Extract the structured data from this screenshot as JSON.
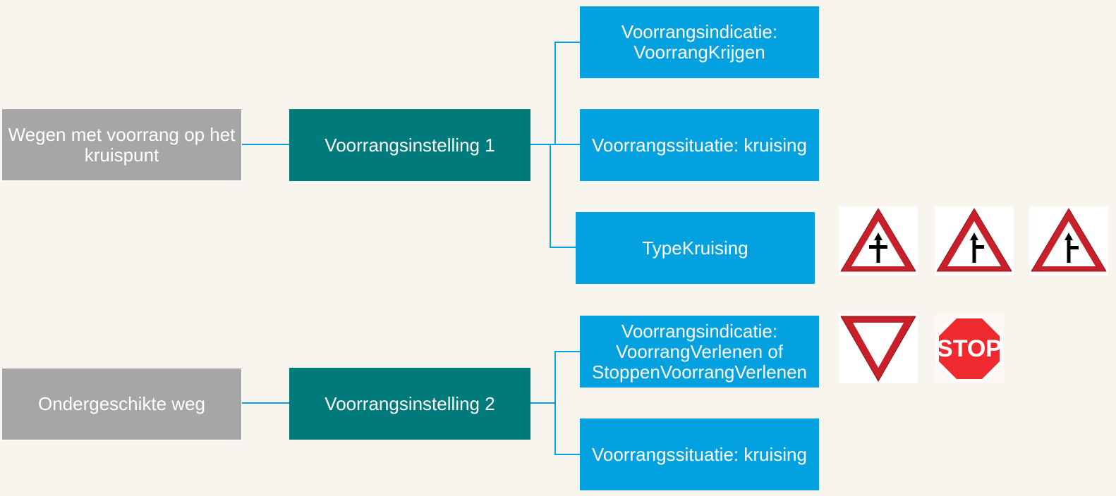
{
  "diagram": {
    "group1": {
      "category": "Wegen met voorrang op het kruispunt",
      "setting": "Voorrangsinstelling 1",
      "children": [
        "Voorrangsindicatie: VoorrangKrijgen",
        "Voorrangssituatie: kruising",
        "TypeKruising"
      ],
      "signs": [
        "priority-crossroad-sign",
        "priority-junction-right-sign",
        "priority-junction-right-offset-sign"
      ]
    },
    "group2": {
      "category": "Ondergeschikte weg",
      "setting": "Voorrangsinstelling 2",
      "children": [
        "Voorrangsindicatie: VoorrangVerlenen of StoppenVoorrangVerlenen",
        "Voorrangssituatie: kruising"
      ],
      "signs": [
        "yield-sign",
        "stop-sign"
      ],
      "stop_text": "STOP"
    }
  },
  "colors": {
    "category": "#a6a6a6",
    "setting": "#007a7b",
    "child": "#03a1e0",
    "connector": "#03a1e0",
    "sign_red": "#c8202a",
    "stop_red": "#ee2a2e"
  }
}
